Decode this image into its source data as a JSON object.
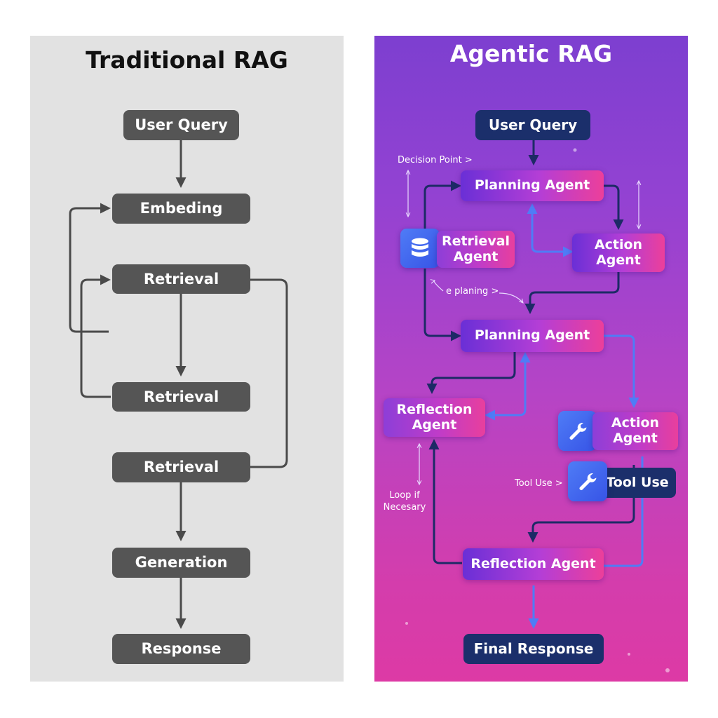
{
  "traditional": {
    "title": "Traditional RAG",
    "nodes": {
      "user_query": "User Query",
      "embedding": "Embeding",
      "retrieval_1": "Retrieval",
      "retrieval_2": "Retrieval",
      "retrieval_3": "Retrieval",
      "generation": "Generation",
      "response": "Response"
    }
  },
  "agentic": {
    "title": "Agentic RAG",
    "nodes": {
      "user_query": "User Query",
      "planning_agent_1": "Planning Agent",
      "retrieval_agent": "Retrieval Agent",
      "action_agent_1": "Action Agent",
      "planning_agent_2": "Planning Agent",
      "reflection_agent_1": "Reflection Agent",
      "action_agent_2": "Action Agent",
      "tool_use": "Tool Use",
      "reflection_agent_2": "Reflection Agent",
      "final_response": "Final Response"
    },
    "annotations": {
      "decision_point": "Decision Point",
      "planning": "e planing",
      "tool_use": "Tool Use",
      "loop": "Loop if Necesary"
    },
    "icons": [
      "database-icon",
      "wrench-icon",
      "wrench-icon"
    ]
  }
}
